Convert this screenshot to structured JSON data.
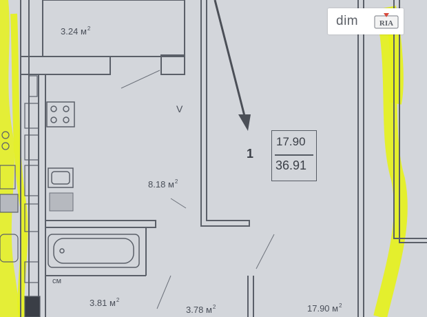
{
  "rooms": {
    "room_a_area": "3.24",
    "room_b_area": "8.18",
    "room_c_area": "3.81",
    "room_d_area": "3.78",
    "room_e_area": "17.90",
    "unit": "м",
    "unit_sup": "2"
  },
  "apartment": {
    "number": "1",
    "living_area": "17.90",
    "total_area": "36.91"
  },
  "bath_label": "см",
  "room_mark": "V",
  "watermark": {
    "text": "dim",
    "seal_text": "RIA"
  },
  "colors": {
    "paper": "#d3d6db",
    "wall": "#5a5f68",
    "highlight": "#e6f21a",
    "arrow": "#4b4f57"
  }
}
